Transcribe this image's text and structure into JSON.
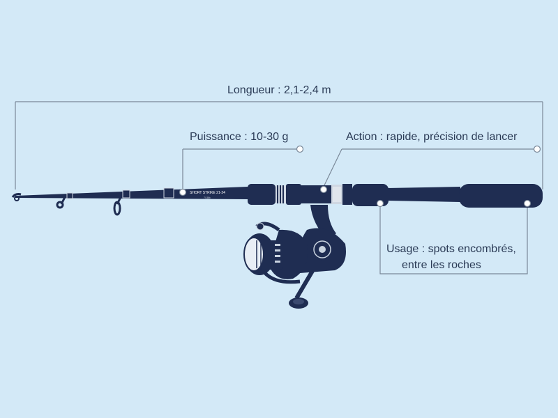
{
  "labels": {
    "length": "Longueur : 2,1-2,4 m",
    "power": "Puissance : 10-30 g",
    "action": "Action : rapide, précision de lancer",
    "usage_line1": "Usage : spots encombrés,",
    "usage_line2": "entre les roches"
  },
  "rod": {
    "brand_text": "SHORT STRIKE 21-24",
    "sub_text": "7/18lb"
  },
  "colors": {
    "background": "#d3e9f7",
    "rod": "#1f2d52",
    "line": "#7a8898",
    "text": "#2a3a55"
  }
}
